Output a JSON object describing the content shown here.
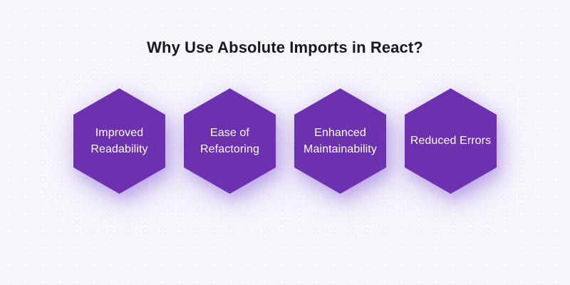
{
  "title": "Why Use Absolute Imports in React?",
  "hexagons": [
    {
      "label": "Improved Readability"
    },
    {
      "label": "Ease of Refactoring"
    },
    {
      "label": "Enhanced Maintainability"
    },
    {
      "label": "Reduced Errors"
    }
  ],
  "colors": {
    "background": "#F9F7FD",
    "hexagon_fill": "#6D31B0",
    "hexagon_glow": "#8962D6",
    "title_text": "#17181C",
    "hexagon_text": "#FFFFFF"
  }
}
